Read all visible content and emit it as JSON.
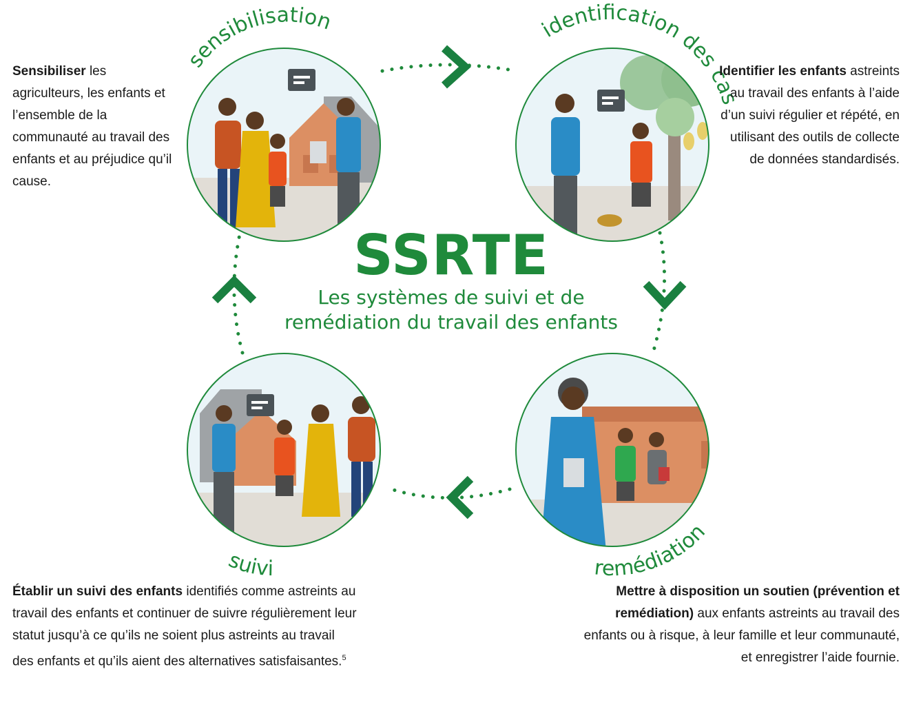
{
  "center": {
    "title": "SSRTE",
    "subtitle_line1": "Les systèmes de suivi et de",
    "subtitle_line2": "remédiation du travail des enfants"
  },
  "stages": {
    "awareness": {
      "label": "sensibilisation",
      "desc_bold": "Sensibiliser",
      "desc_rest": " les agriculteurs, les enfants et l’ensemble de la communauté au travail des enfants et au préjudice qu’il cause."
    },
    "identification": {
      "label": "identification des cas",
      "desc_bold": "Identifier les enfants",
      "desc_rest": " astreints au travail des enfants à l’aide d’un suivi régulier et répété, en utilisant des outils de collecte de données standardisés."
    },
    "remediation": {
      "label": "remédiation",
      "desc_bold": "Mettre à disposition un soutien (prévention et remédiation)",
      "desc_rest": " aux enfants astreints au travail des enfants ou à risque, à leur famille et leur communauté, et enregistrer l’aide fournie."
    },
    "followup": {
      "label": "suivi",
      "desc_bold": "Établir un suivi des enfants",
      "desc_rest": " identifiés comme astreints au travail des enfants et continuer de suivre régulièrement leur statut jusqu’à ce qu’ils ne soient plus astreints au travail des enfants et qu’ils aient des alternatives satisfaisantes.",
      "footnote": "5"
    }
  },
  "colors": {
    "green": "#1f8a3b",
    "sky": "#eaf4f8",
    "ground": "#e1ddd6"
  }
}
